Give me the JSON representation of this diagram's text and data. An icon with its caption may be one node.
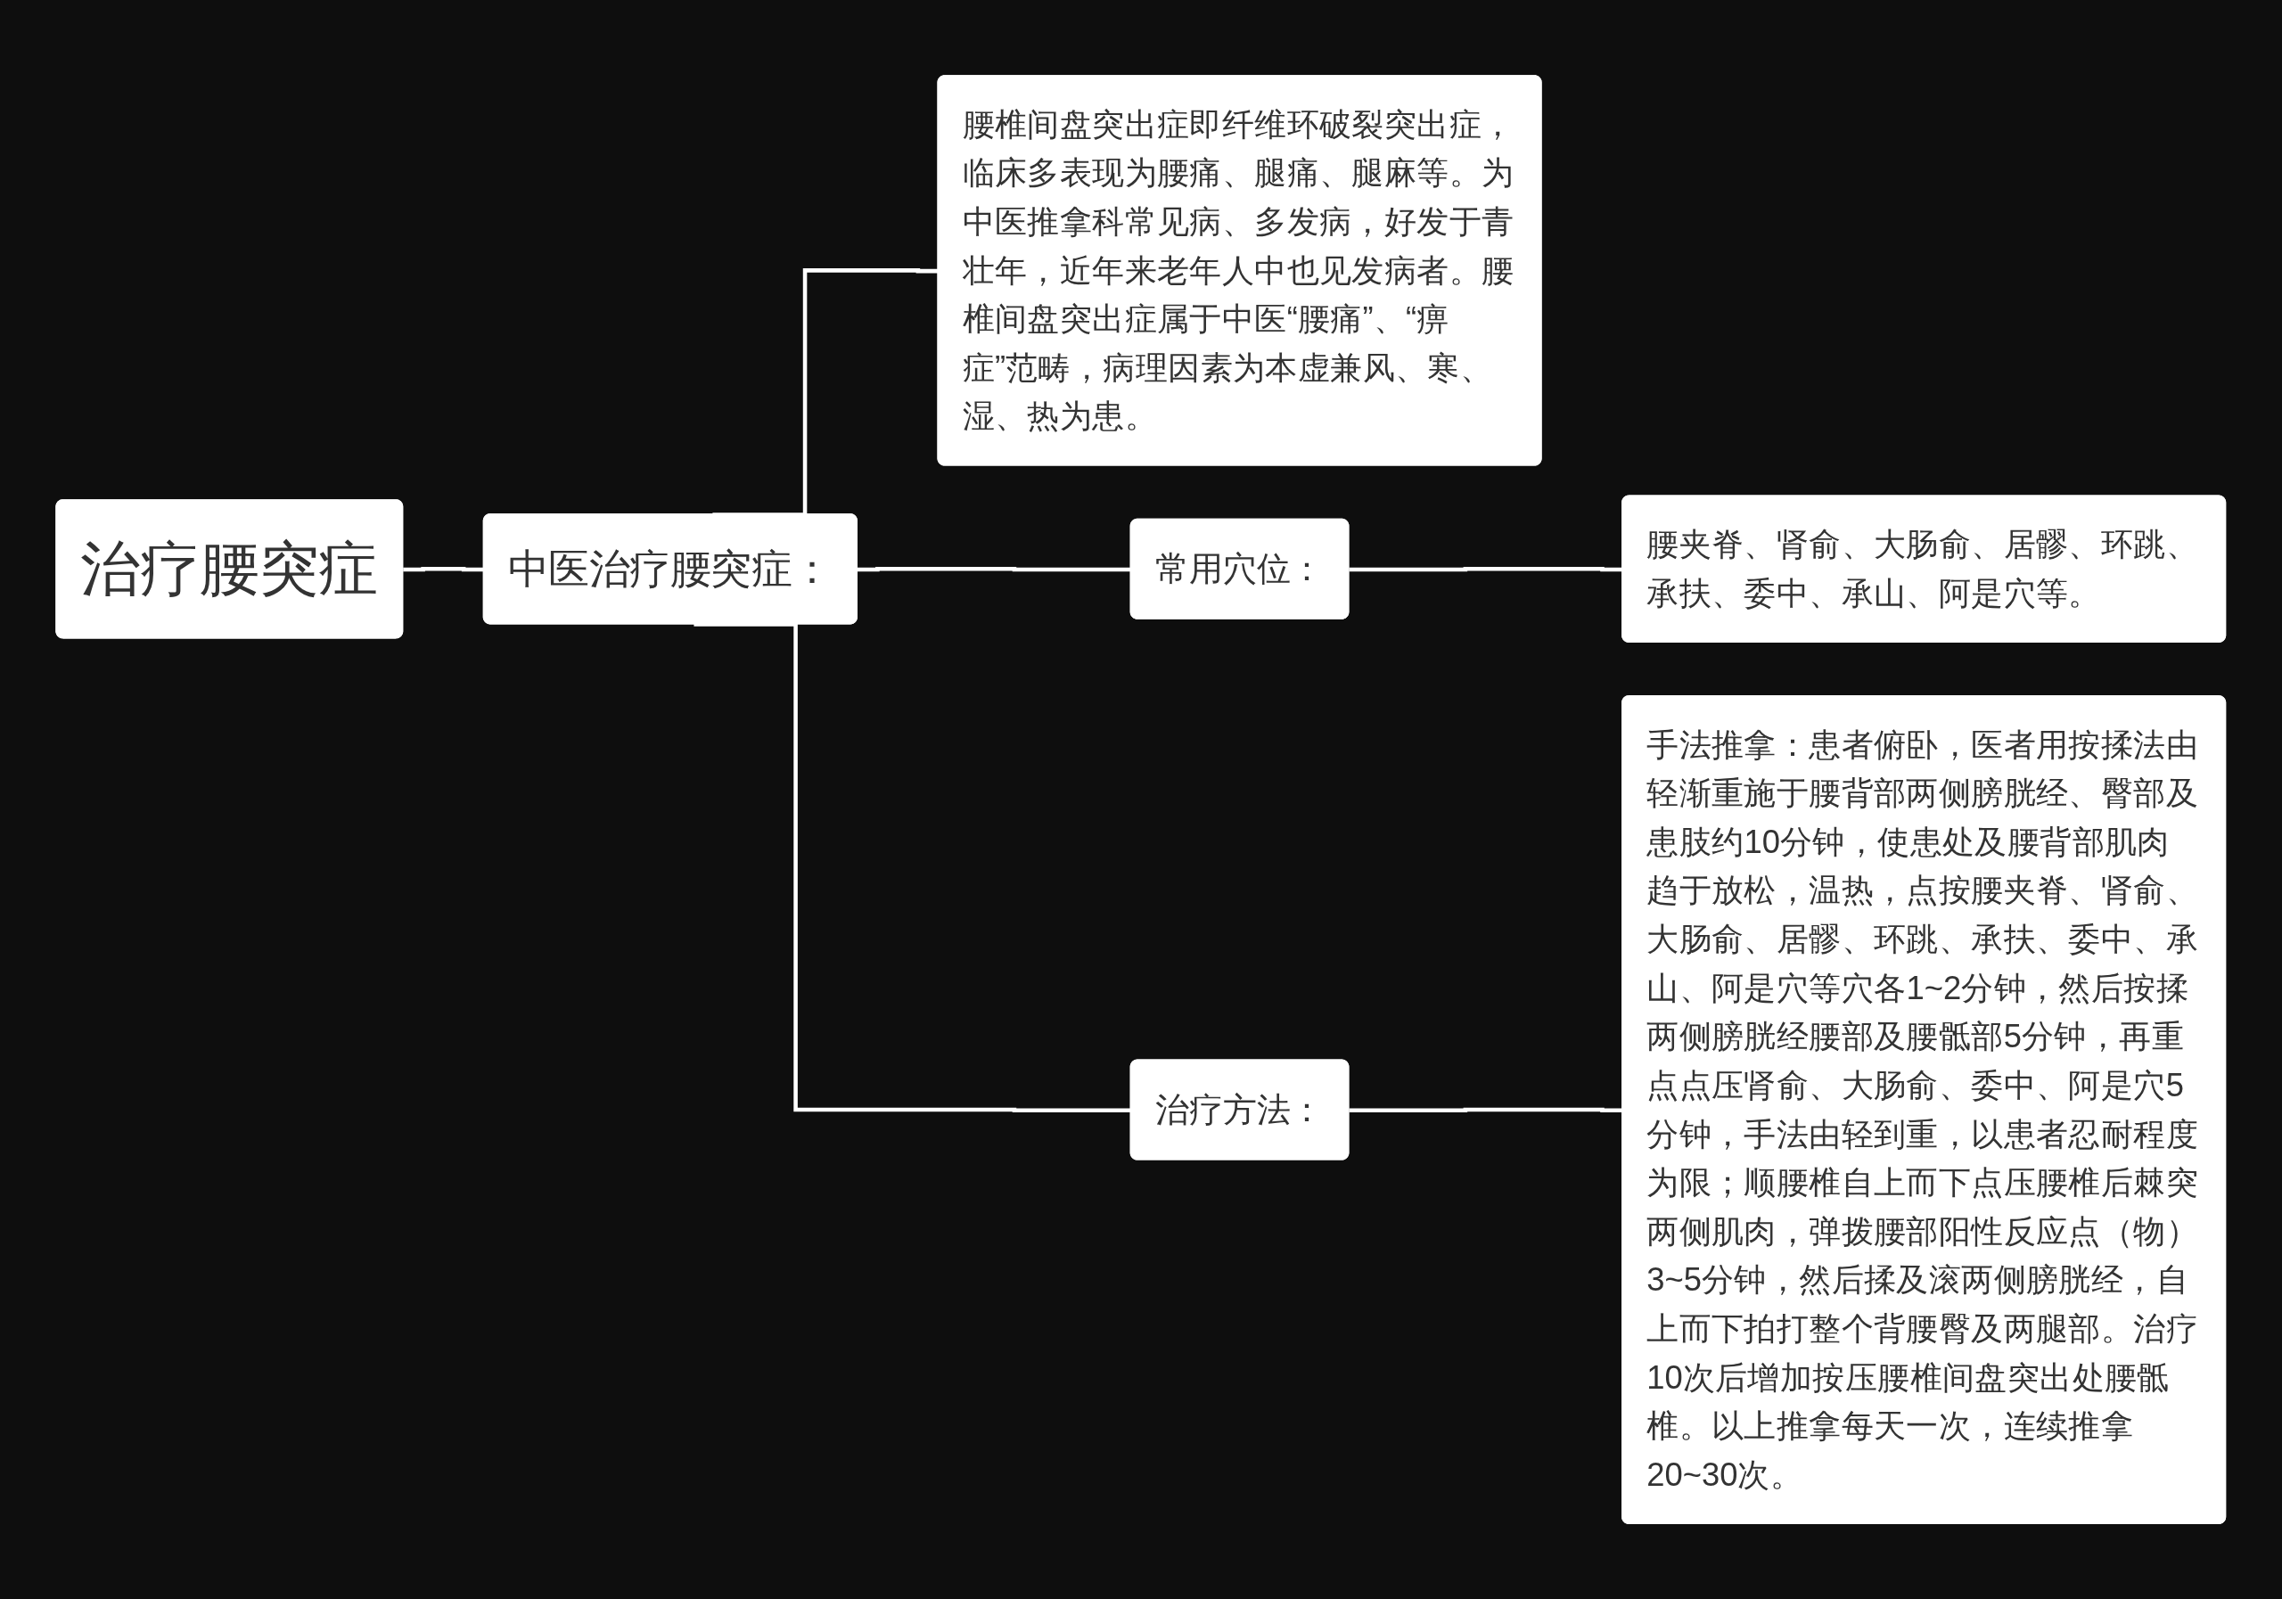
{
  "diagram": {
    "nodes": [
      {
        "text": [
          "治疗腰突症"
        ]
      },
      {
        "text": [
          "中医治疗腰突症："
        ]
      },
      {
        "text": [
          "腰椎间盘突出症即纤维环破裂突出症，临床多表现为腰痛、腿痛、腿麻等。为中医推拿科常见病、多发病，好发于青壮年，近年来老年人中也见发病者。腰椎间盘突出症属于中医“腰痛”、“痹症”范畴，病理因素为本虚兼风、寒、湿、热为患。"
        ]
      },
      {
        "text": [
          "常用穴位："
        ]
      },
      {
        "text": [
          "腰夹脊、肾俞、大肠俞、居髎、环跳、承扶、委中、承山、阿是穴等。"
        ]
      },
      {
        "text": [
          "治疗方法："
        ]
      },
      {
        "text": [
          "手法推拿：患者俯卧，医者用按揉法由轻渐重施于腰背部两侧膀胱经、臀部及患肢约10分钟，使患处及腰背部肌肉趋于放松，温热，点按腰夹脊、肾俞、大肠俞、居髎、环跳、承扶、委中、承山、阿是穴等穴各1~2分钟，然后按揉两侧膀胱经腰部及腰骶部5分钟，再重点点压肾俞、大肠俞、委中、阿是穴5分钟，手法由轻到重，以患者忍耐程度为限；顺腰椎自上而下点压腰椎后棘突两侧肌肉，弹拨腰部阳性反应点（物）3~5分钟，然后揉及滚两侧膀胱经，自上而下拍打整个背腰臀及两腿部。治疗10次后增加按压腰椎间盘突出处腰骶椎。以上推拿每天一次，连续推拿20~30次。"
        ]
      }
    ],
    "edges": [
      {
        "from": 0,
        "to": 1,
        "arrow": "none"
      },
      {
        "from": 1,
        "to": 2,
        "arrow": "none"
      },
      {
        "from": 1,
        "to": 3,
        "arrow": "none"
      },
      {
        "from": 3,
        "to": 4,
        "arrow": "none"
      },
      {
        "from": 1,
        "to": 5,
        "arrow": "none"
      },
      {
        "from": 5,
        "to": 6,
        "arrow": "none"
      }
    ]
  }
}
